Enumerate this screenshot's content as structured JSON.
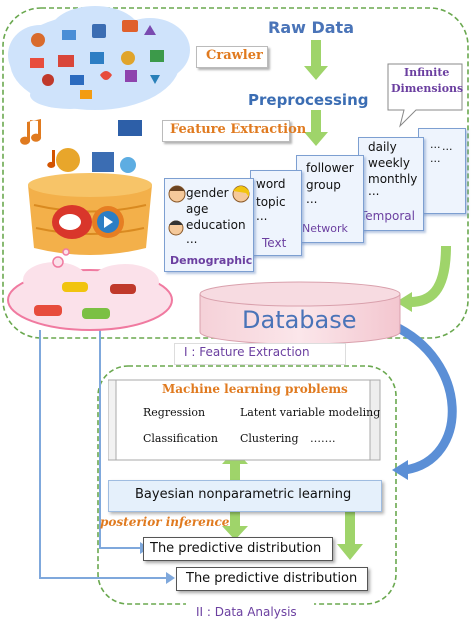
{
  "flow": {
    "raw_data": "Raw Data",
    "crawler": "Crawler",
    "preprocessing": "Preprocessing",
    "feature_extraction": "Feature Extraction",
    "infinite_dimensions_line1": "Infinite",
    "infinite_dimensions_line2": "Dimensions",
    "database": "Database"
  },
  "features": {
    "demographic": {
      "label": "Demographic",
      "items": [
        "gender",
        "age",
        "education",
        "..."
      ]
    },
    "text": {
      "label": "Text",
      "items": [
        "word",
        "topic",
        "..."
      ]
    },
    "network": {
      "label": "Network",
      "items": [
        "follower",
        "group",
        "..."
      ]
    },
    "temporal": {
      "label": "Temporal",
      "items": [
        "daily",
        "weekly",
        "monthly",
        "..."
      ]
    },
    "extra": {
      "items": [
        "...",
        "...",
        "..."
      ]
    }
  },
  "sections": {
    "feature_extraction": "I : Feature Extraction",
    "data_analysis": "II : Data Analysis"
  },
  "ml": {
    "title": "Machine learning problems",
    "regression": "Regression",
    "latent": "Latent variable modeling",
    "classification": "Classification",
    "clustering": "Clustering",
    "ellipsis": "……."
  },
  "analysis": {
    "bayesian": "Bayesian nonparametric learning",
    "posterior": "posterior inference",
    "predictive_inner": "The predictive distribution",
    "predictive_outer": "The predictive distribution"
  },
  "colors": {
    "green_dashed": "#6aa84f",
    "title_blue": "#3b6db3",
    "label_purple": "#6b3fa0",
    "orange": "#e07a1f",
    "green_arrow": "#9fd46a",
    "blue_arrow": "#5b8fd6"
  }
}
